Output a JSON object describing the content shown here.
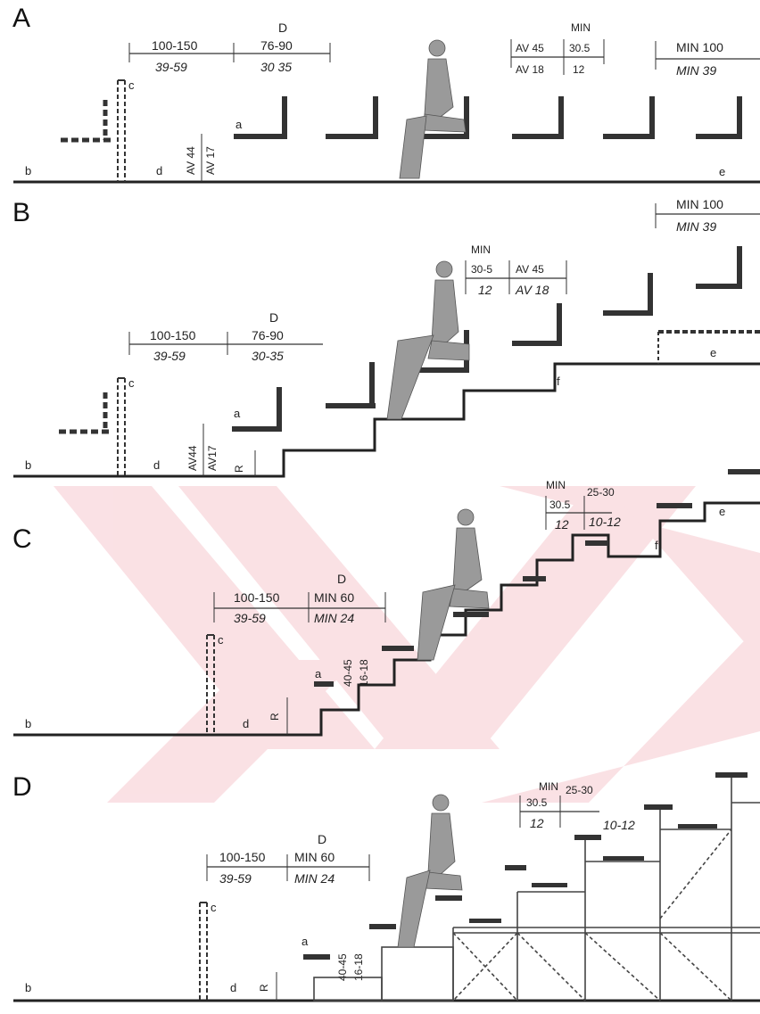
{
  "watermark_color": "#f6c9cf",
  "ink_color": "#222222",
  "panels": {
    "A": {
      "letter": "A",
      "dim1": {
        "top": "100-150",
        "bottom": "39-59"
      },
      "dim2_head": "D",
      "dim2": {
        "top": "76-90",
        "bottom": "30 35"
      },
      "min_head": "MIN",
      "min_pair": {
        "top_a": "AV 45",
        "top_b": "30.5",
        "bottom_a": "AV 18",
        "bottom_b": "12"
      },
      "min_right": {
        "top": "MIN 100",
        "bottom": "MIN 39"
      },
      "riser": {
        "a": "AV 44",
        "b": "AV 17"
      },
      "letters": {
        "b": "b",
        "c": "c",
        "d": "d",
        "a": "a",
        "e": "e"
      }
    },
    "B": {
      "letter": "B",
      "min_right": {
        "top": "MIN 100",
        "bottom": "MIN 39"
      },
      "min_head": "MIN",
      "min_pair": {
        "top_a": "30-5",
        "top_b": "AV 45",
        "bottom_a": "12",
        "bottom_b": "AV 18"
      },
      "dim1": {
        "top": "100-150",
        "bottom": "39-59"
      },
      "dim2_head": "D",
      "dim2": {
        "top": "76-90",
        "bottom": "30-35"
      },
      "riser": {
        "a": "AV44",
        "b": "AV17"
      },
      "r_label": "R",
      "letters": {
        "b": "b",
        "c": "c",
        "d": "d",
        "a": "a",
        "e": "e",
        "f": "f"
      }
    },
    "C": {
      "letter": "C",
      "min_head": "MIN",
      "min_pair": {
        "top_a": "30.5",
        "top_b": "25-30",
        "bottom_a": "12",
        "bottom_b": "10-12"
      },
      "dim1": {
        "top": "100-150",
        "bottom": "39-59"
      },
      "dim2_head": "D",
      "dim2": {
        "top": "MIN 60",
        "bottom": "MIN 24"
      },
      "riser": {
        "a": "40-45",
        "b": "16-18"
      },
      "r_label": "R",
      "letters": {
        "b": "b",
        "c": "c",
        "d": "d",
        "a": "a",
        "e": "e",
        "f": "f"
      }
    },
    "D": {
      "letter": "D",
      "min_head": "MIN",
      "min_pair": {
        "top_a": "30.5",
        "top_b": "25-30",
        "bottom_a": "12",
        "bottom_b": "10-12"
      },
      "dim1": {
        "top": "100-150",
        "bottom": "39-59"
      },
      "dim2_head": "D",
      "dim2": {
        "top": "MIN 60",
        "bottom": "MIN 24"
      },
      "riser": {
        "a": "40-45",
        "b": "16-18"
      },
      "r_label": "R",
      "letters": {
        "b": "b",
        "c": "c",
        "d": "d",
        "a": "a"
      }
    }
  }
}
